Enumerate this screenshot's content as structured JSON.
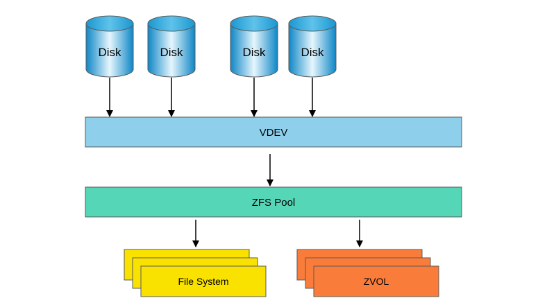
{
  "disks": [
    {
      "label": "Disk"
    },
    {
      "label": "Disk"
    },
    {
      "label": "Disk"
    },
    {
      "label": "Disk"
    }
  ],
  "vdev": {
    "label": "VDEV",
    "color": "#8ED0EC"
  },
  "pool": {
    "label": "ZFS Pool",
    "color": "#55D6B6"
  },
  "filesystem": {
    "label": "File System",
    "color": "#F9E100"
  },
  "zvol": {
    "label": "ZVOL",
    "color": "#F97C3A"
  },
  "colors": {
    "disk_top": "#2BA8D8",
    "disk_body_dark": "#0E86C6",
    "disk_body_light": "#E6F6FD",
    "stroke": "#5A5A5A",
    "arrow": "#000000"
  }
}
